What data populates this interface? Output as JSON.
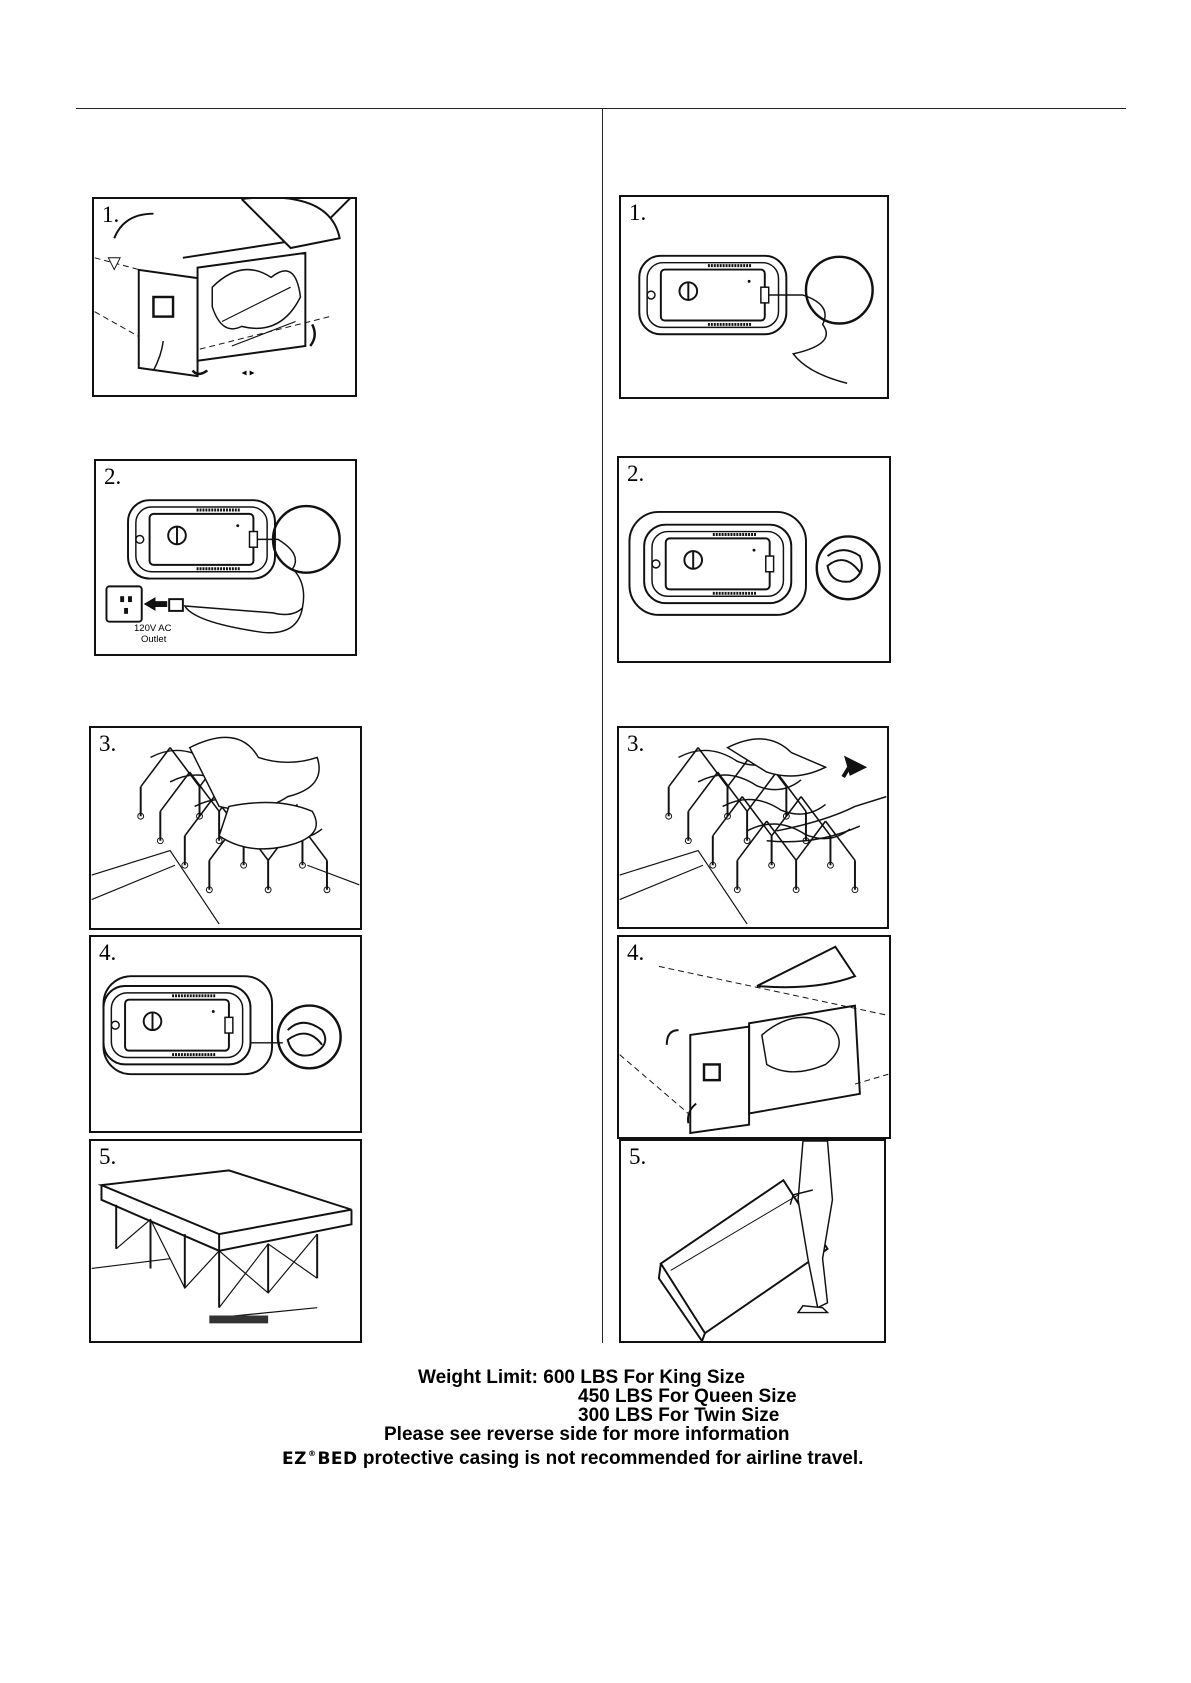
{
  "left_steps": [
    {
      "number": "1."
    },
    {
      "number": "2.",
      "outlet_label_line1": "120V AC",
      "outlet_label_line2": "Outlet"
    },
    {
      "number": "3."
    },
    {
      "number": "4."
    },
    {
      "number": "5."
    }
  ],
  "right_steps": [
    {
      "number": "1."
    },
    {
      "number": "2."
    },
    {
      "number": "3."
    },
    {
      "number": "4."
    },
    {
      "number": "5."
    }
  ],
  "footer": {
    "weight_limit_label": "Weight Limit:",
    "limits": [
      "600 LBS For King Size",
      "450 LBS For Queen Size",
      "300 LBS For Twin Size"
    ],
    "reverse_note": "Please see reverse side for more information",
    "brand": "EZ",
    "brand_mark": "®",
    "brand_suffix": "BED",
    "travel_note": "protective casing is not recommended for airline travel."
  }
}
